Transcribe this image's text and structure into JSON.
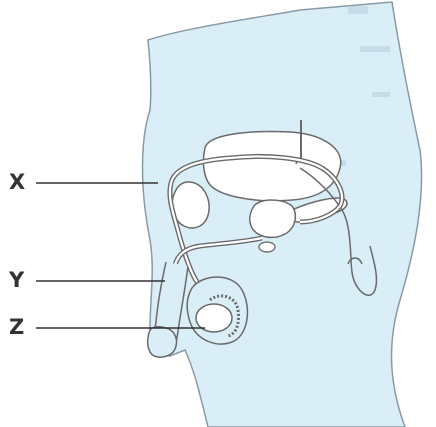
{
  "diagram": {
    "labels": {
      "x": "X",
      "y": "Y",
      "z": "Z"
    },
    "colors": {
      "body_fill": "#daeef8",
      "outline": "#6a6a6a",
      "organ_fill": "#ffffff",
      "leader": "#333333"
    }
  }
}
